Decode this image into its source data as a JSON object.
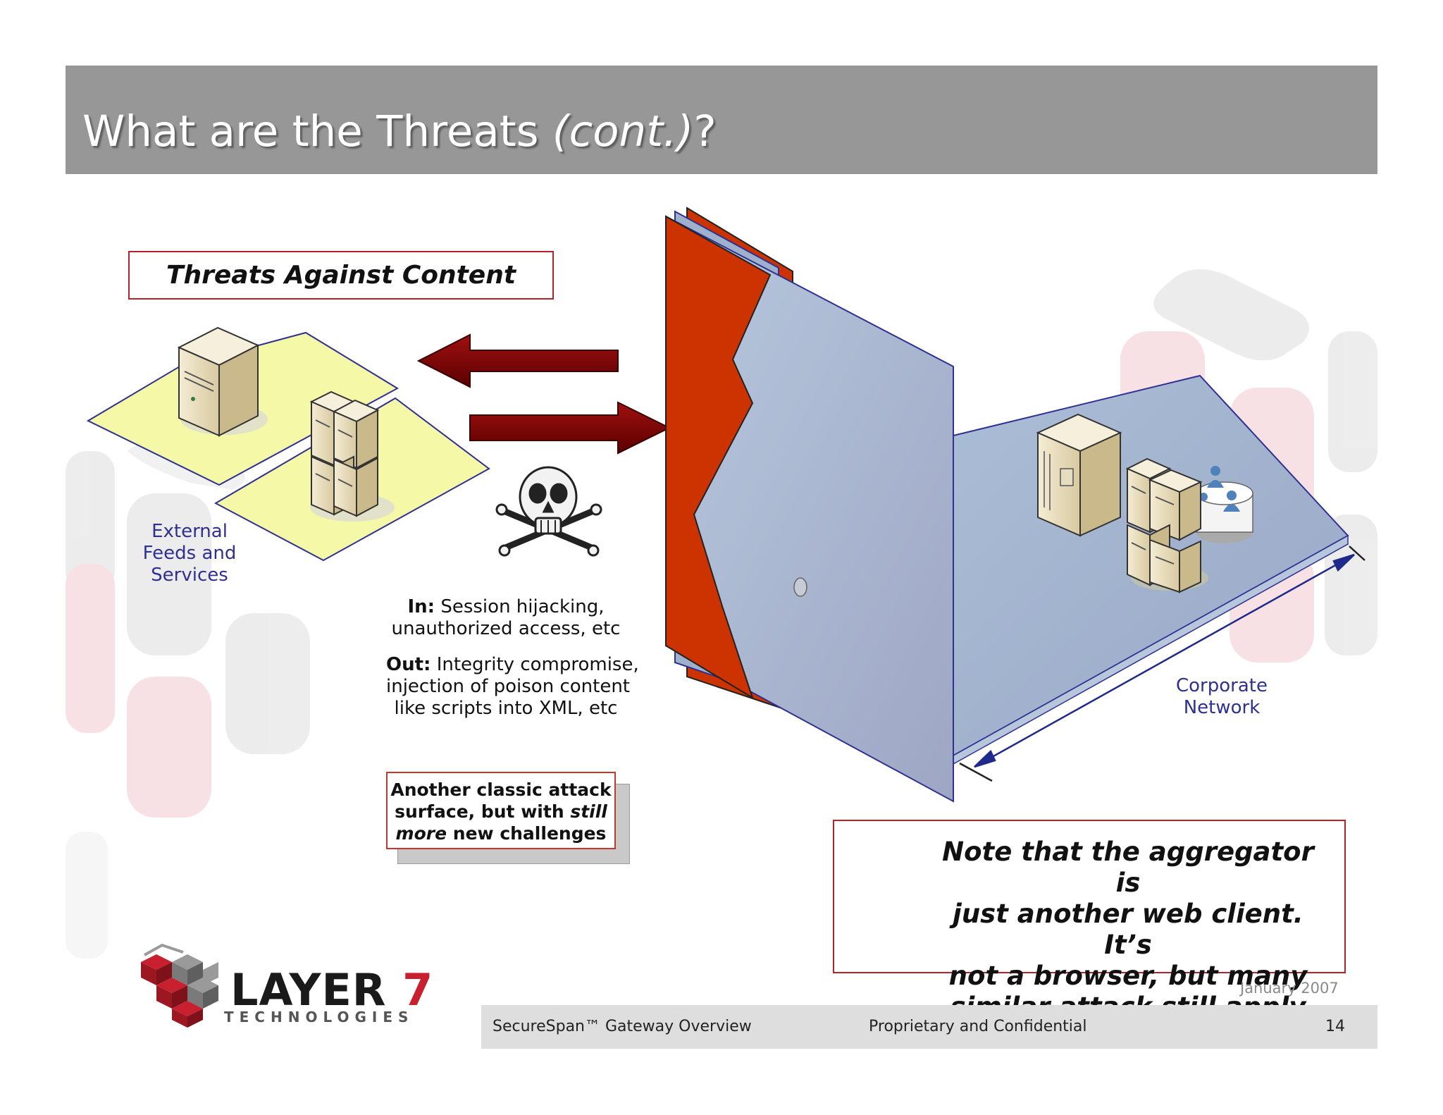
{
  "slide": {
    "title_main": "What are the Threats ",
    "title_italic": "(cont.)",
    "title_end": "?"
  },
  "diagram": {
    "heading": "Threats Against Content",
    "external_label": [
      "External",
      "Feeds and",
      "Services"
    ],
    "corporate_label": [
      "Corporate",
      "Network"
    ],
    "threat_in_label": "In:",
    "threat_in_line1": " Session hijacking,",
    "threat_in_line2": "unauthorized access, etc",
    "threat_out_label": "Out:",
    "threat_out_line1": " Integrity compromise,",
    "threat_out_line2": "injection of poison content",
    "threat_out_line3": "like scripts into XML, etc",
    "attack_box": {
      "line1": "Another classic attack",
      "line2a": "surface, but with ",
      "line2b": "still",
      "line3a": "more",
      "line3b": " new challenges"
    },
    "note": {
      "line1": "Note that the aggregator is",
      "line2": "just another web client. It’s",
      "line3": "not a browser, but many",
      "line4": "similar attack still apply"
    },
    "colors": {
      "firewall_red": "#cc3300",
      "arrow_dark_red": "#800000",
      "zone_yellow": "#f5f8a6",
      "network_blue": "#a9bbd6",
      "label_blue": "#2e3192"
    }
  },
  "footer": {
    "date": "January 2007",
    "product": "SecureSpan™ Gateway Overview",
    "confidential": "Proprietary and Confidential",
    "page": "14"
  },
  "logo": {
    "word": "LAYER",
    "number": "7",
    "sub": "TECHNOLOGIES"
  }
}
